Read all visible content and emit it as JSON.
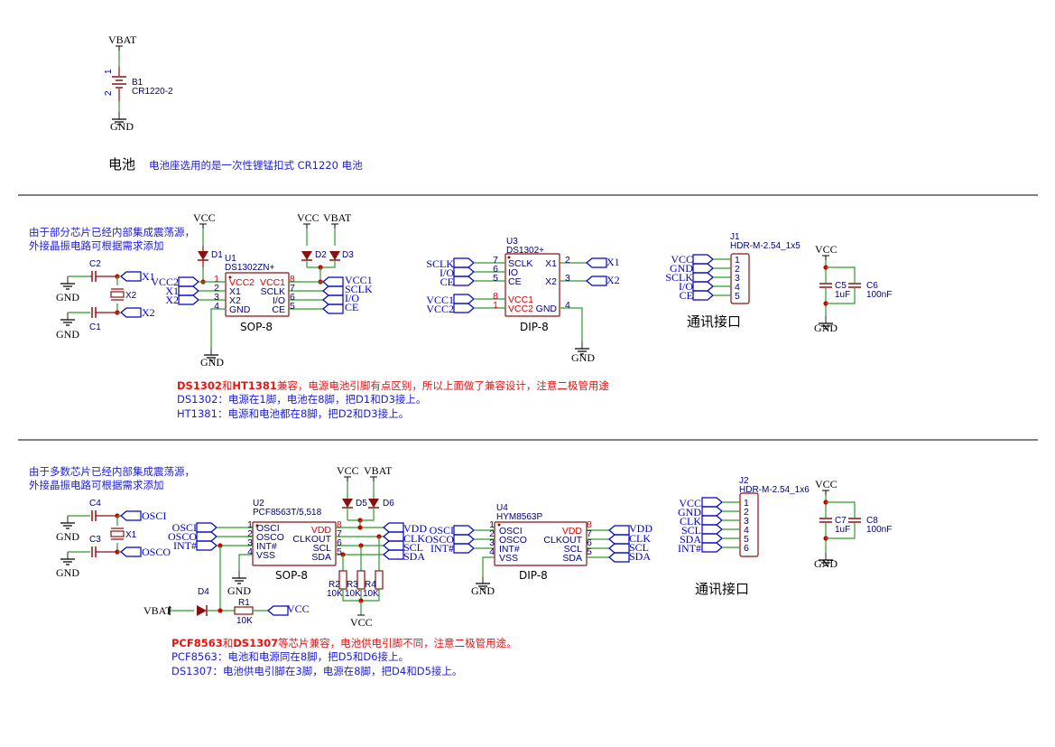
{
  "colors": {
    "wire": "#2e9a2e",
    "component": "#8b1010",
    "net": "#0000cc",
    "power_pin": "#dd0000",
    "junction": "#cc0000"
  },
  "battery": {
    "vbat": "VBAT",
    "ref": "B1",
    "value": "CR1220-2",
    "pin1": "1",
    "pin2": "2",
    "gnd": "GND",
    "title": "电池",
    "note": "电池座选用的是一次性锂锰扣式 CR1220 电池"
  },
  "ds1302": {
    "note": [
      "由于部分芯片已经内部集成震荡源，",
      "外接晶振电路可根据需求添加"
    ],
    "c2": "C2",
    "c1": "C1",
    "x2": "X2",
    "gnd": "GND",
    "x1_net": "X1",
    "x2_net": "X2",
    "vcc": "VCC",
    "vbat": "VBAT",
    "d1": "D1",
    "d2": "D2",
    "d3": "D3",
    "u1": {
      "ref": "U1",
      "part": "DS1302ZN+",
      "package": "SOP-8",
      "left_pins": [
        {
          "num": "1",
          "name": "VCC2"
        },
        {
          "num": "2",
          "name": "X1"
        },
        {
          "num": "3",
          "name": "X2"
        },
        {
          "num": "4",
          "name": "GND"
        }
      ],
      "right_pins": [
        {
          "num": "8",
          "name": "VCC1"
        },
        {
          "num": "7",
          "name": "SCLK"
        },
        {
          "num": "6",
          "name": "I/O"
        },
        {
          "num": "5",
          "name": "CE"
        }
      ],
      "left_nets": [
        "VCC2",
        "X1",
        "X2"
      ],
      "right_nets": [
        "VCC1",
        "SCLK",
        "I/O",
        "CE"
      ]
    },
    "u3": {
      "ref": "U3",
      "part": "DS1302+",
      "package": "DIP-8",
      "left_pins": [
        {
          "num": "7",
          "name": "SCLK"
        },
        {
          "num": "6",
          "name": "IO"
        },
        {
          "num": "5",
          "name": "CE"
        },
        {
          "num": "8",
          "name": "VCC1"
        },
        {
          "num": "1",
          "name": "VCC2"
        }
      ],
      "right_pins": [
        {
          "num": "2",
          "name": "X1"
        },
        {
          "num": "3",
          "name": "X2"
        },
        {
          "num": "4",
          "name": "GND"
        }
      ],
      "left_nets": [
        "SCLK",
        "I/O",
        "CE",
        "VCC1",
        "VCC2"
      ],
      "right_nets": [
        "X1",
        "X2"
      ],
      "gnd": "GND"
    },
    "j1": {
      "ref": "J1",
      "part": "HDR-M-2.54_1x5",
      "pins": [
        "1",
        "2",
        "3",
        "4",
        "5"
      ],
      "nets": [
        "VCC",
        "GND",
        "SCLK",
        "I/O",
        "CE"
      ],
      "title": "通讯接口"
    },
    "decoupling": {
      "vcc": "VCC",
      "gnd": "GND",
      "c5": "C5",
      "c5v": "1uF",
      "c6": "C6",
      "c6v": "100nF"
    },
    "text": {
      "l1_b1": "DS1302",
      "l1_m1": "和",
      "l1_b2": "HT1381",
      "l1_rest": "兼容，电源电池引脚有点区别，所以上面做了兼容设计，注意二极管用途",
      "l2": "DS1302：电源在1脚，电池在8脚，把D1和D3接上。",
      "l3": "HT1381：电源和电池都在8脚，把D2和D3接上。"
    }
  },
  "pcf8563": {
    "note": [
      "由于多数芯片已经内部集成震荡源，",
      "外接晶振电路可根据需求添加"
    ],
    "c4": "C4",
    "c3": "C3",
    "x1": "X1",
    "gnd": "GND",
    "osci_net": "OSCI",
    "osco_net": "OSCO",
    "vcc": "VCC",
    "vbat": "VBAT",
    "d4": "D4",
    "d5": "D5",
    "d6": "D6",
    "r1": {
      "ref": "R1",
      "value": "10K"
    },
    "r2": {
      "ref": "R2",
      "value": "10K"
    },
    "r3": {
      "ref": "R3",
      "value": "10K"
    },
    "r4": {
      "ref": "R4",
      "value": "10K"
    },
    "u2": {
      "ref": "U2",
      "part": "PCF8563T/5,518",
      "package": "SOP-8",
      "left_pins": [
        {
          "num": "1",
          "name": "OSCI"
        },
        {
          "num": "2",
          "name": "OSCO"
        },
        {
          "num": "3",
          "name": "INT#"
        },
        {
          "num": "4",
          "name": "VSS"
        }
      ],
      "right_pins": [
        {
          "num": "8",
          "name": "VDD"
        },
        {
          "num": "7",
          "name": "CLKOUT"
        },
        {
          "num": "6",
          "name": "SCL"
        },
        {
          "num": "5",
          "name": "SDA"
        }
      ],
      "left_nets": [
        "OSCI",
        "OSCO",
        "INT#"
      ],
      "right_nets": [
        "VDD",
        "CLK",
        "SCL",
        "SDA"
      ]
    },
    "u4": {
      "ref": "U4",
      "part": "HYM8563P",
      "package": "DIP-8",
      "left_pins": [
        {
          "num": "1",
          "name": "OSCI"
        },
        {
          "num": "2",
          "name": "OSCO"
        },
        {
          "num": "3",
          "name": "INT#"
        },
        {
          "num": "4",
          "name": "VSS"
        }
      ],
      "right_pins": [
        {
          "num": "8",
          "name": "VDD"
        },
        {
          "num": "7",
          "name": "CLKOUT"
        },
        {
          "num": "6",
          "name": "SCL"
        },
        {
          "num": "5",
          "name": "SDA"
        }
      ],
      "left_nets": [
        "OSCI",
        "OSCO",
        "INT#"
      ],
      "right_nets": [
        "VDD",
        "CLK",
        "SCL",
        "SDA"
      ]
    },
    "j2": {
      "ref": "J2",
      "part": "HDR-M-2.54_1x6",
      "pins": [
        "1",
        "2",
        "3",
        "4",
        "5",
        "6"
      ],
      "nets": [
        "VCC",
        "GND",
        "CLK",
        "SCL",
        "SDA",
        "INT#"
      ],
      "title": "通讯接口"
    },
    "decoupling": {
      "vcc": "VCC",
      "gnd": "GND",
      "c7": "C7",
      "c7v": "1uF",
      "c8": "C8",
      "c8v": "100nF"
    },
    "text": {
      "l1_b1": "PCF8563",
      "l1_m1": "和",
      "l1_b2": "DS1307",
      "l1_rest": "等芯片兼容，电池供电引脚不同，注意二极管用途。",
      "l2": "PCF8563：电池和电源同在8脚，把D5和D6接上。",
      "l3": "DS1307：电池供电引脚在3脚，电源在8脚，把D4和D5接上。"
    }
  }
}
